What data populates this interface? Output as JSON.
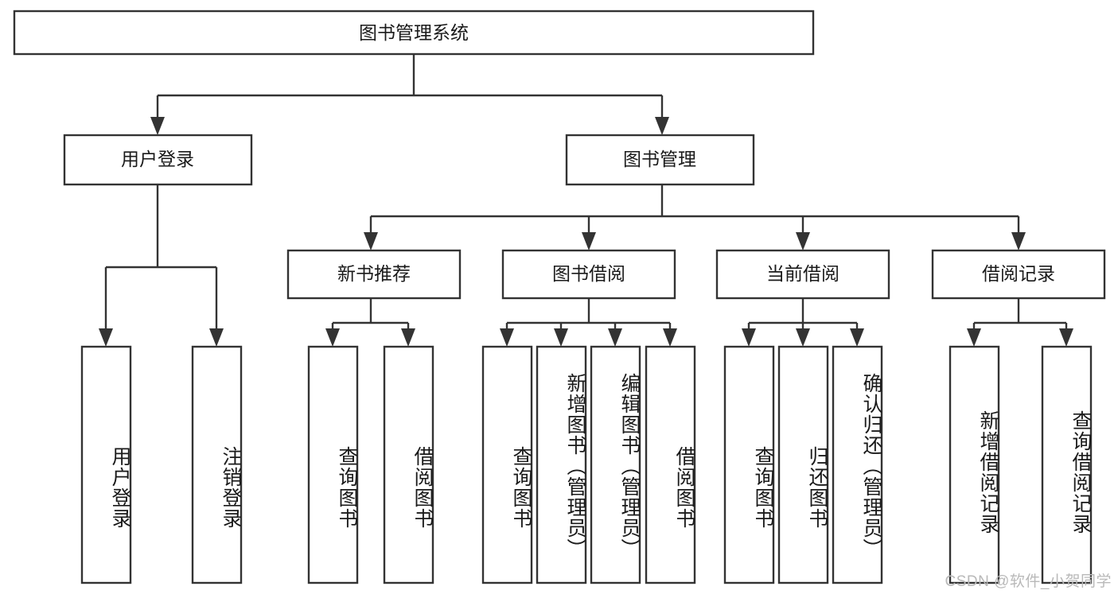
{
  "diagram": {
    "title": "图书管理系统",
    "type": "tree-hierarchy",
    "watermark": "CSDN @软件_小贺同学",
    "colors": {
      "stroke": "#333333",
      "fill": "#ffffff",
      "text": "#1a1a1a",
      "watermark": "#b9b9b9",
      "background": "#ffffff"
    },
    "root": {
      "label": "图书管理系统"
    },
    "level2": [
      {
        "label": "用户登录"
      },
      {
        "label": "图书管理"
      }
    ],
    "level3": [
      {
        "label": "新书推荐"
      },
      {
        "label": "图书借阅"
      },
      {
        "label": "当前借阅"
      },
      {
        "label": "借阅记录"
      }
    ],
    "leaves": {
      "user_login": [
        {
          "label": "用户登录"
        },
        {
          "label": "注销登录"
        }
      ],
      "new_book_recommend": [
        {
          "label": "查询图书"
        },
        {
          "label": "借阅图书"
        }
      ],
      "book_borrow": [
        {
          "label": "查询图书"
        },
        {
          "label": "新增图书（管理员）"
        },
        {
          "label": "编辑图书（管理员）"
        },
        {
          "label": "借阅图书"
        }
      ],
      "current_borrow": [
        {
          "label": "查询图书"
        },
        {
          "label": "归还图书"
        },
        {
          "label": "确认归还（管理员）"
        }
      ],
      "borrow_record": [
        {
          "label": "新增借阅记录"
        },
        {
          "label": "查询借阅记录"
        }
      ]
    }
  }
}
